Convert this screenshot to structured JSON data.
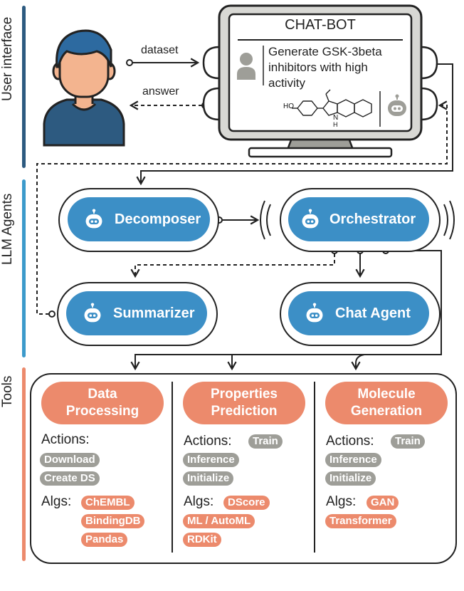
{
  "sections": {
    "user_interface": "User interface",
    "llm_agents": "LLM Agents",
    "tools": "Tools"
  },
  "colors": {
    "ui_rail": "#2d5a80",
    "agents_rail": "#3c9acb",
    "tools_rail": "#ec8a6c",
    "agent_fill": "#3c8fc6",
    "tool_fill": "#ec8a6c",
    "action_chip": "#9e9e98"
  },
  "edges": {
    "dataset": "dataset",
    "answer": "answer"
  },
  "chatbot": {
    "title": "CHAT-BOT",
    "prompt_lines": [
      "Generate GSK-3beta",
      "inhibitors with high",
      "activity"
    ],
    "molecule_ho": "HO",
    "molecule_n": "N",
    "molecule_h": "H",
    "user_icon": "user-avatar-icon",
    "bot_icon": "robot-icon"
  },
  "agents": {
    "decomposer": "Decomposer",
    "orchestrator": "Orchestrator",
    "summarizer": "Summarizer",
    "chat_agent": "Chat Agent"
  },
  "tools": {
    "actions_label": "Actions:",
    "algs_label": "Algs:",
    "data_processing": {
      "title_line1": "Data",
      "title_line2": "Processing",
      "actions": [
        "Download",
        "Create DS"
      ],
      "algs": [
        "ChEMBL",
        "BindingDB",
        "Pandas"
      ]
    },
    "properties_prediction": {
      "title_line1": "Properties",
      "title_line2": "Prediction",
      "actions": [
        "Train",
        "Inference",
        "Initialize"
      ],
      "algs": [
        "DScore",
        "ML / AutoML",
        "RDKit"
      ]
    },
    "molecule_generation": {
      "title_line1": "Molecule",
      "title_line2": "Generation",
      "actions": [
        "Train",
        "Inference",
        "Initialize"
      ],
      "algs": [
        "GAN",
        "Transformer"
      ]
    }
  }
}
